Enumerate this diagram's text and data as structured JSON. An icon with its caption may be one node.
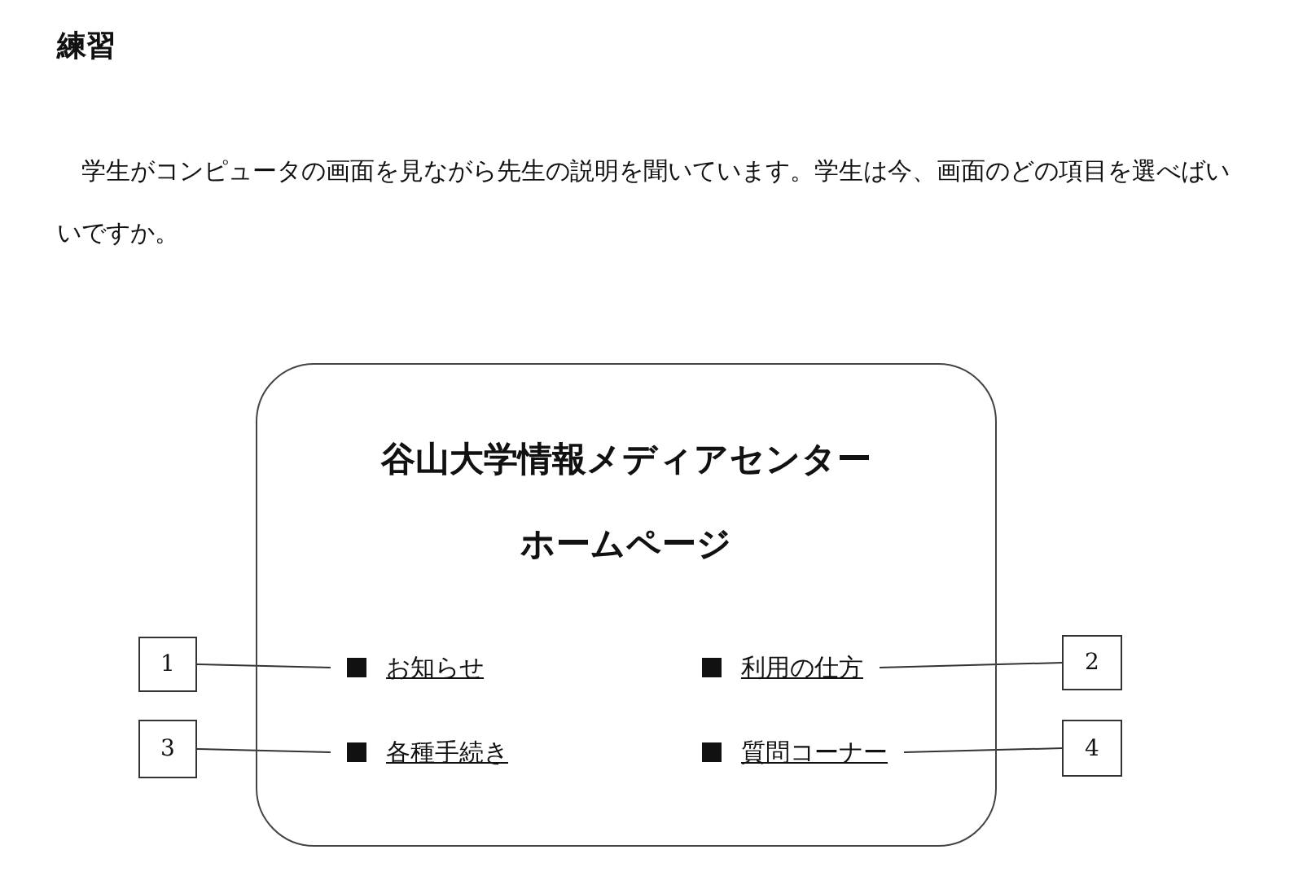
{
  "diagram": {
    "title": "練習",
    "nodes": [
      {
        "text": [
          "谷山大学情報メディアセンター",
          "ホームページ"
        ]
      },
      {
        "text": [
          "1"
        ]
      },
      {
        "text": [
          "お知らせ"
        ],
        "in": 0
      },
      {
        "text": [
          "利用の仕方"
        ],
        "in": 0
      },
      {
        "text": [
          "2"
        ]
      },
      {
        "text": [
          "3"
        ]
      },
      {
        "text": [
          "各種手続き"
        ],
        "in": 0
      },
      {
        "text": [
          "質問コーナー"
        ],
        "in": 0
      },
      {
        "text": [
          "4"
        ]
      }
    ],
    "edges": [
      {
        "from": 1,
        "to": 2,
        "arrow": "none"
      },
      {
        "from": 4,
        "to": 3,
        "arrow": "none"
      },
      {
        "from": 5,
        "to": 6,
        "arrow": "none"
      },
      {
        "from": 8,
        "to": 7,
        "arrow": "none"
      }
    ],
    "labels": [
      "学生がコンピュータの画面を見ながら先生の説明を聞いています。学生は今、画面のどの項目を選べばいいですか。"
    ]
  }
}
